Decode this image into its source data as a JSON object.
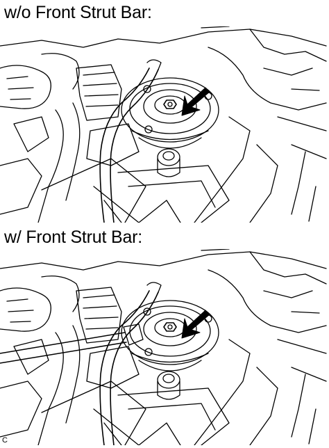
{
  "figure": {
    "caption_top": "w/o Front Strut Bar:",
    "caption_bottom": "w/ Front Strut Bar:",
    "illustration_code": "C",
    "line_color": "#000000",
    "background": "#ffffff"
  },
  "icons": {
    "callout_arrow": "arrow-icon",
    "strut_nut": "nut-icon"
  }
}
